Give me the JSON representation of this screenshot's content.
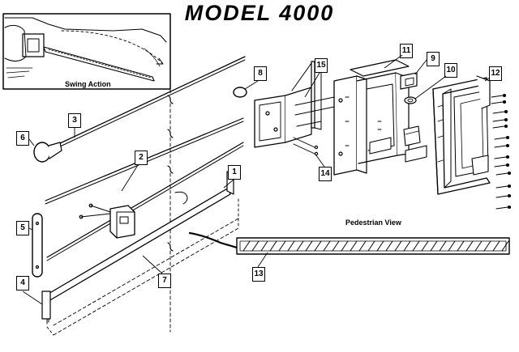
{
  "title": "MODEL 4000",
  "inset_caption": "Swing Action",
  "pedestrian_caption": "Pedestrian View",
  "callouts": {
    "c1": "1",
    "c2": "2",
    "c3": "3",
    "c4": "4",
    "c5": "5",
    "c6": "6",
    "c7": "7",
    "c8": "8",
    "c9": "9",
    "c10": "10",
    "c11": "11",
    "c12": "12",
    "c13": "13",
    "c14": "14",
    "c15": "15"
  }
}
